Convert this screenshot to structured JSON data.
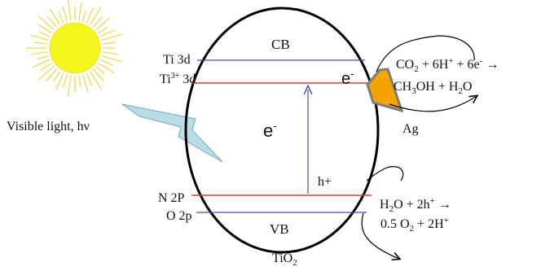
{
  "colors": {
    "sun": "#f5f51e",
    "sun_rays": "#e8d84a",
    "lightning": "#b8dde6",
    "ag_particle": "#f5a300",
    "cb_line": "#4a4aa8",
    "doped_line": "#e03a2e",
    "outline": "#000000"
  },
  "labels": {
    "light": "Visible light, hν",
    "cb": "CB",
    "vb": "VB",
    "ti3d": "Ti 3d",
    "ti3plus_base": "Ti",
    "ti3plus_sup": "3+",
    "ti3plus_rest": " 3d",
    "n2p": "N 2P",
    "o2p": "O 2p",
    "electron_base": "e",
    "electron_sup": "-",
    "hole": "h+",
    "ag": "Ag",
    "tio2_base": "TiO",
    "tio2_sub": "2"
  },
  "reactions": {
    "reduction": {
      "co2": "CO",
      "co2_sub": "2",
      "mid": " + 6H",
      "plus_sup": "+",
      "mid2": " + 6e",
      "minus_sup": "-",
      "arrow": " →",
      "products_ch3": "CH",
      "products_ch3_sub": "3",
      "products_rest": "OH + H",
      "products_h2o_sub": "2",
      "products_o": "O"
    },
    "oxidation": {
      "h": "H",
      "h_sub": "2",
      "mid": "O + 2h",
      "plus_sup": "+",
      "arrow": " →",
      "line2_a": "0.5 O",
      "line2_sub": "2",
      "line2_b": " + 2H",
      "line2_sup": "+"
    }
  },
  "icons": [
    "sun-icon",
    "lightning-bolt-icon",
    "silver-nanoparticle-icon"
  ]
}
